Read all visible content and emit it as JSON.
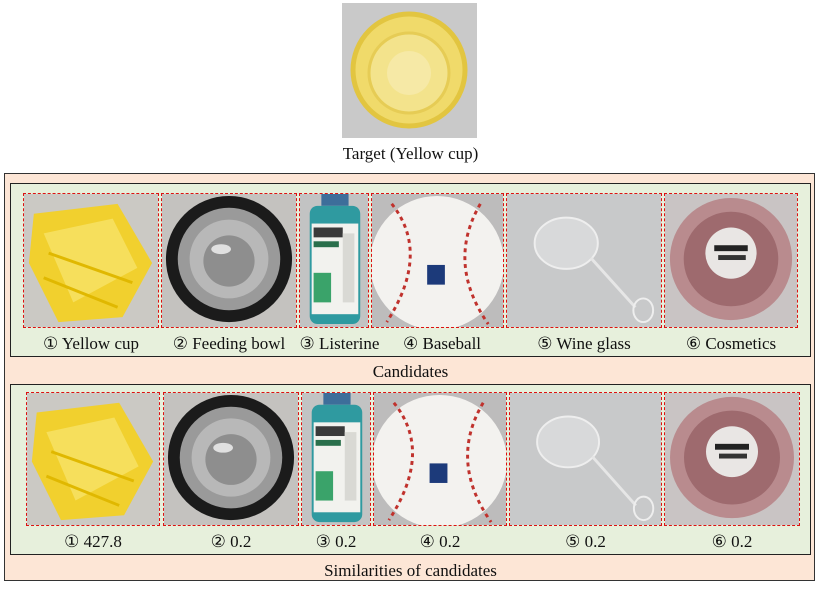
{
  "target": {
    "caption": "Target (Yellow cup)",
    "icon": "yellow-cup-top-view"
  },
  "candidates": {
    "section_label": "Candidates",
    "items": [
      {
        "label": "① Yellow cup",
        "icon": "yellow-cup"
      },
      {
        "label": "② Feeding bowl",
        "icon": "steel-feeding-bowl"
      },
      {
        "label": "③ Listerine",
        "icon": "listerine-bottle"
      },
      {
        "label": "④ Baseball",
        "icon": "baseball"
      },
      {
        "label": "⑤ Wine glass",
        "icon": "wine-glass"
      },
      {
        "label": "⑥ Cosmetics",
        "icon": "cosmetics-jar"
      }
    ]
  },
  "similarities": {
    "section_label": "Similarities of candidates",
    "items": [
      {
        "label": "① 427.8",
        "value": 427.8
      },
      {
        "label": "② 0.2",
        "value": 0.2
      },
      {
        "label": "③ 0.2",
        "value": 0.2
      },
      {
        "label": "④ 0.2",
        "value": 0.2
      },
      {
        "label": "⑤ 0.2",
        "value": 0.2
      },
      {
        "label": "⑥ 0.2",
        "value": 0.2
      }
    ]
  },
  "colors": {
    "outer_panel": "#fde6d6",
    "strip_bg": "#e7f0dc",
    "dashed_border": "#dd1111",
    "cup_yellow": "#f2d23a"
  }
}
